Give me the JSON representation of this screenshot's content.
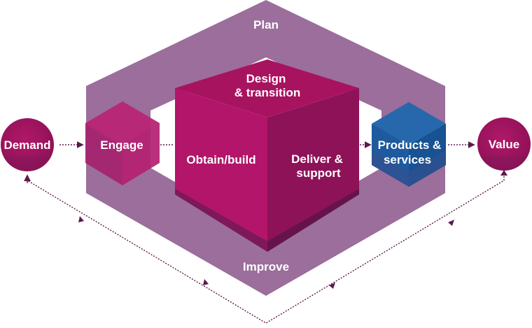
{
  "diagram": {
    "plan": "Plan",
    "improve": "Improve",
    "engage": "Engage",
    "design_line1": "Design",
    "design_line2": "& transition",
    "obtain": "Obtain/build",
    "deliver_line1": "Deliver &",
    "deliver_line2": "support",
    "products_line1": "Products &",
    "products_line2": "services",
    "demand": "Demand",
    "value": "Value"
  },
  "colors": {
    "hexagon": "#9b6e9b",
    "cube_top": "#a8135f",
    "cube_left": "#b21569",
    "cube_right": "#8d1258",
    "engage_cube": "#b42070",
    "products_cube": "#1d5a9e",
    "circle": "#a8135f",
    "arrow": "#5c1a4c"
  }
}
